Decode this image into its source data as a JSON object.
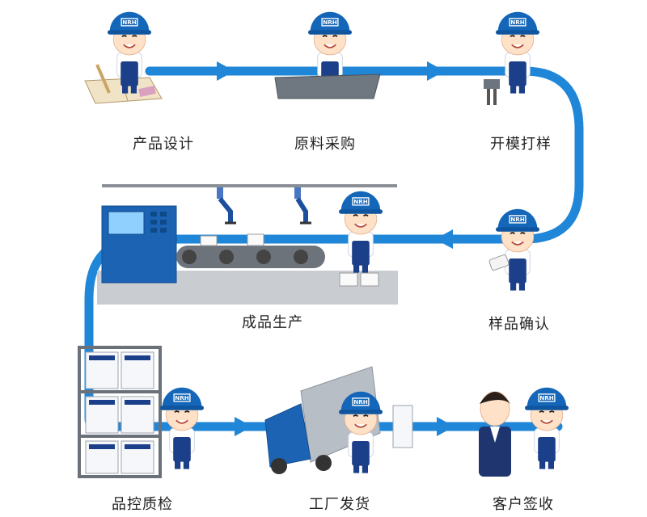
{
  "process": {
    "steps": [
      {
        "label": "产品设计"
      },
      {
        "label": "原料采购"
      },
      {
        "label": "开模打样"
      },
      {
        "label": "样品确认"
      },
      {
        "label": "成品生产"
      },
      {
        "label": "品控质检"
      },
      {
        "label": "工厂发货"
      },
      {
        "label": "客户签收"
      }
    ]
  },
  "brand": {
    "logo_text": "NRH",
    "accent_color": "#1f86d8",
    "helmet_color": "#1466b8",
    "uniform_color": "#1c3f8a"
  }
}
